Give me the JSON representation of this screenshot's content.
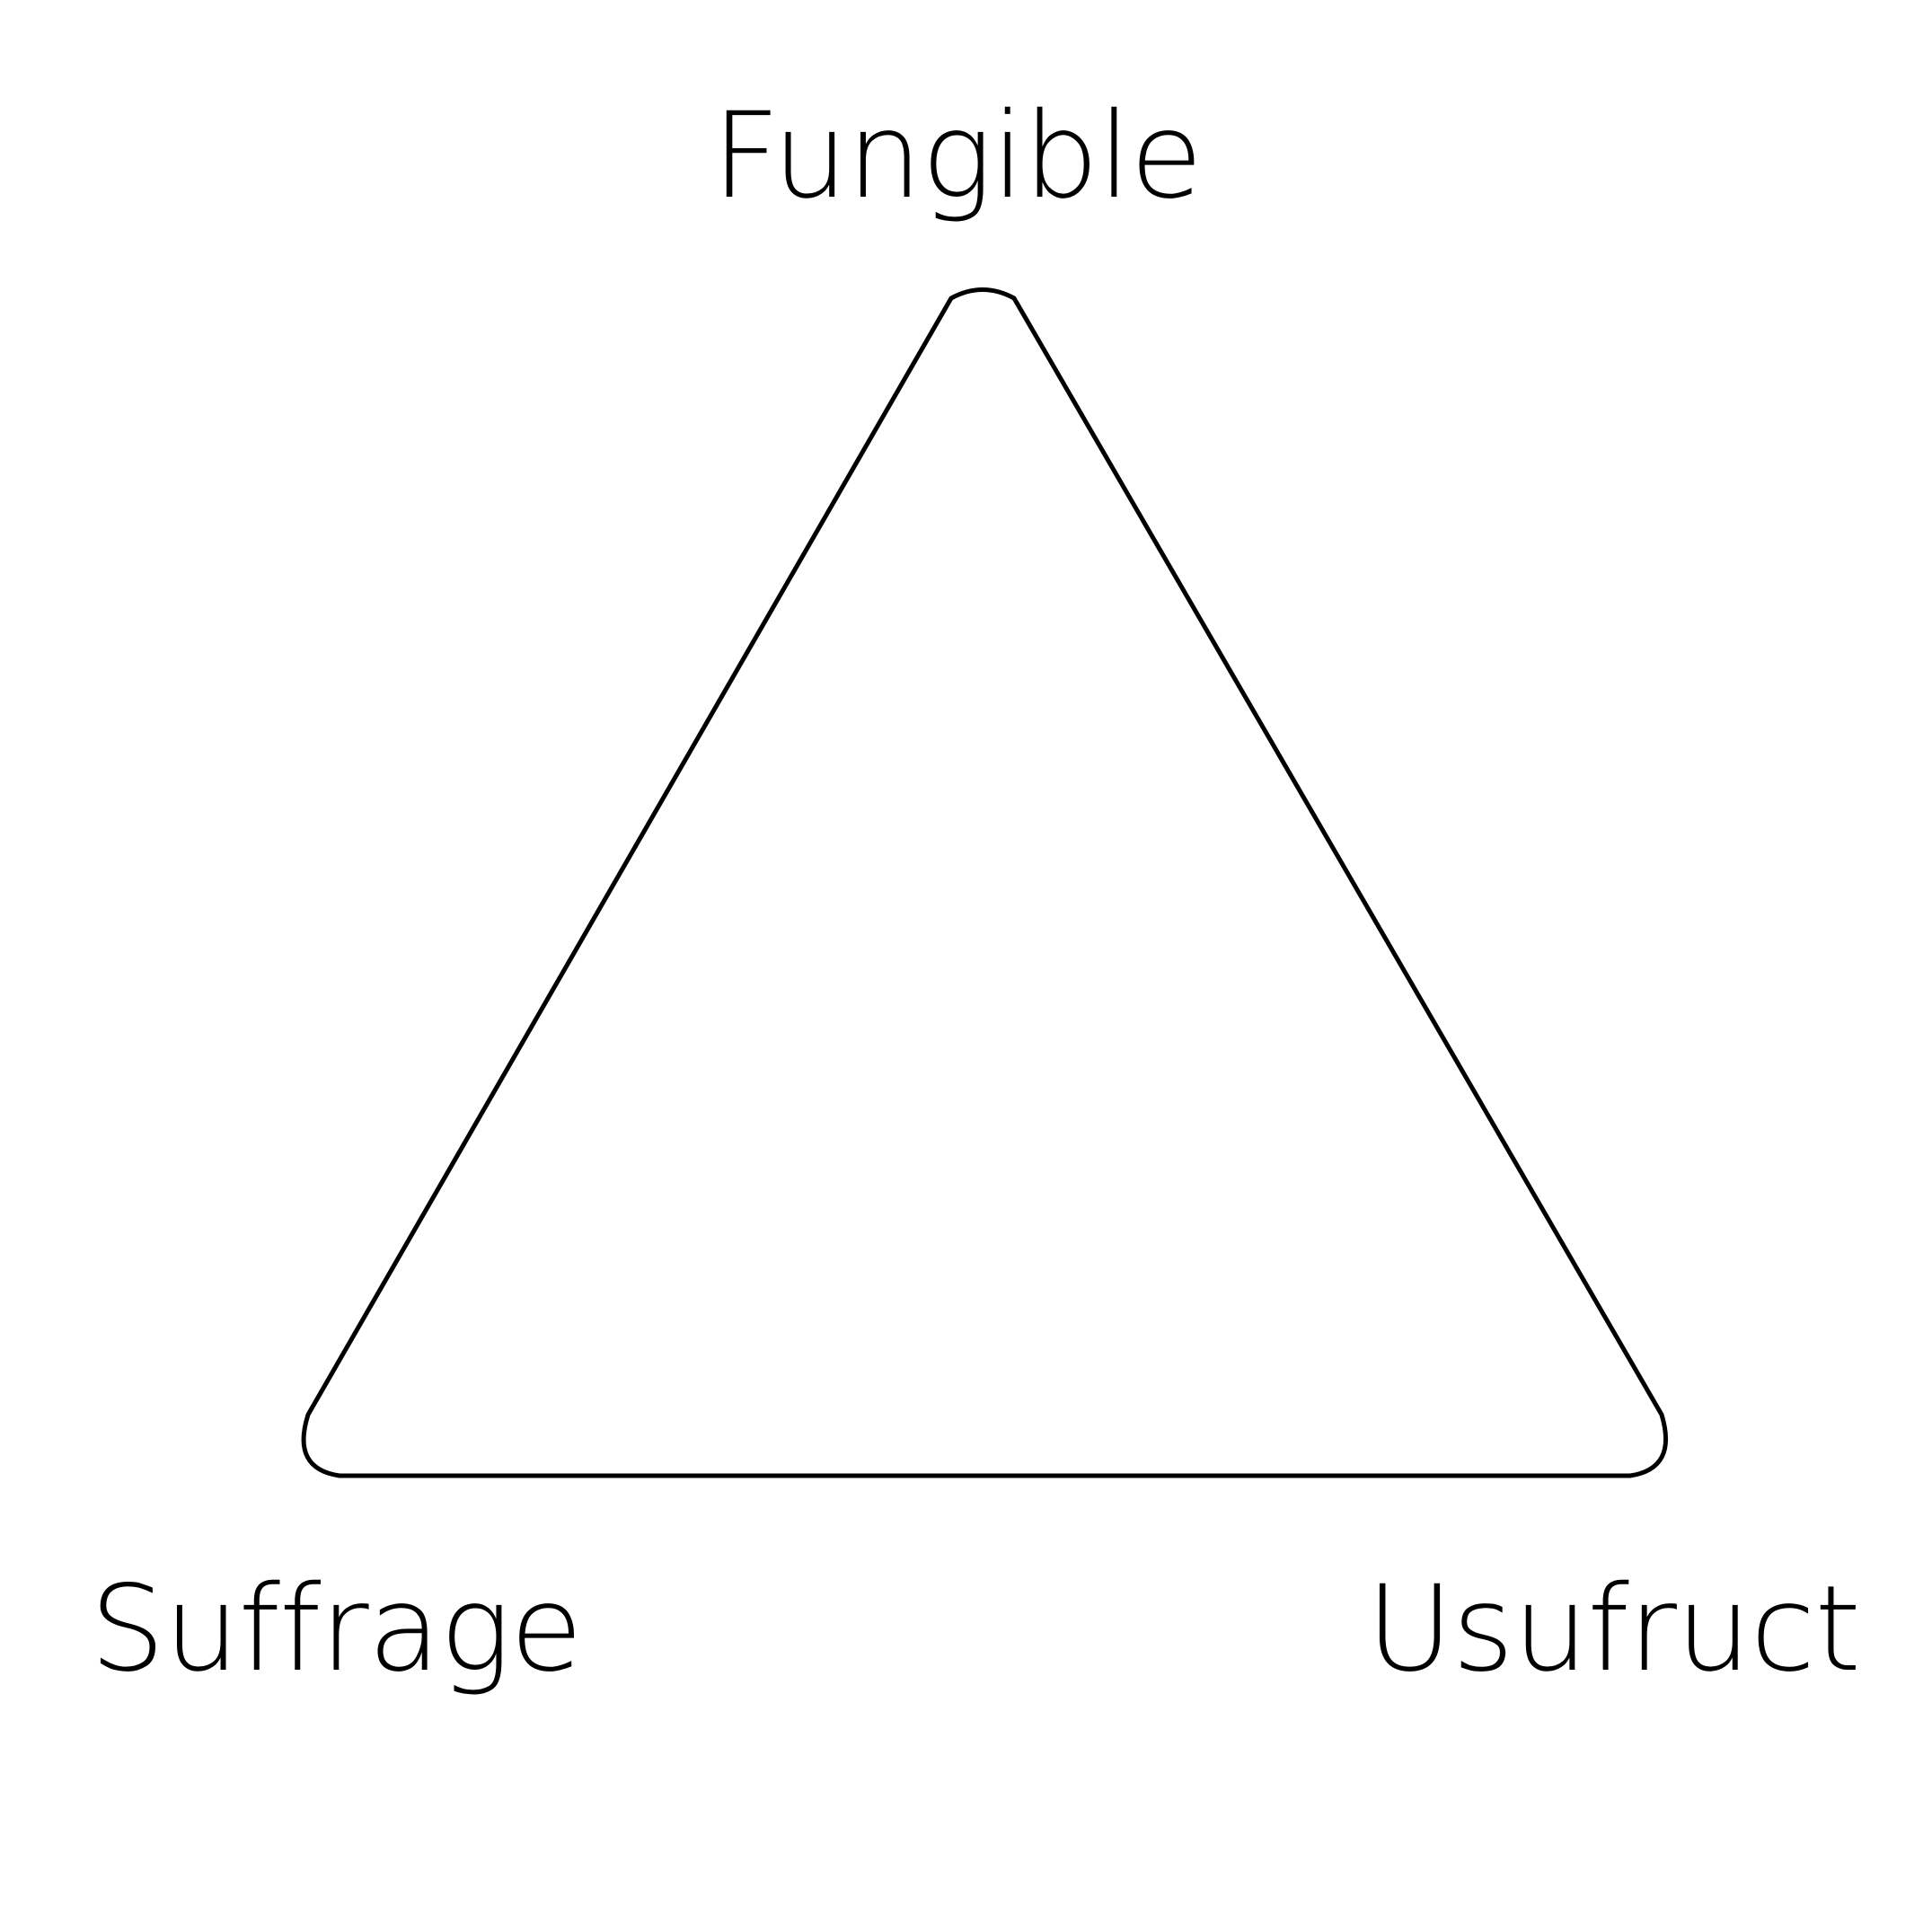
{
  "diagram": {
    "type": "triangle",
    "vertices": {
      "top": "Fungible",
      "bottom_left": "Suffrage",
      "bottom_right": "Usufruct"
    },
    "stroke_color": "#000000",
    "fill_color": "#ffffff",
    "text_color": "#000000"
  }
}
